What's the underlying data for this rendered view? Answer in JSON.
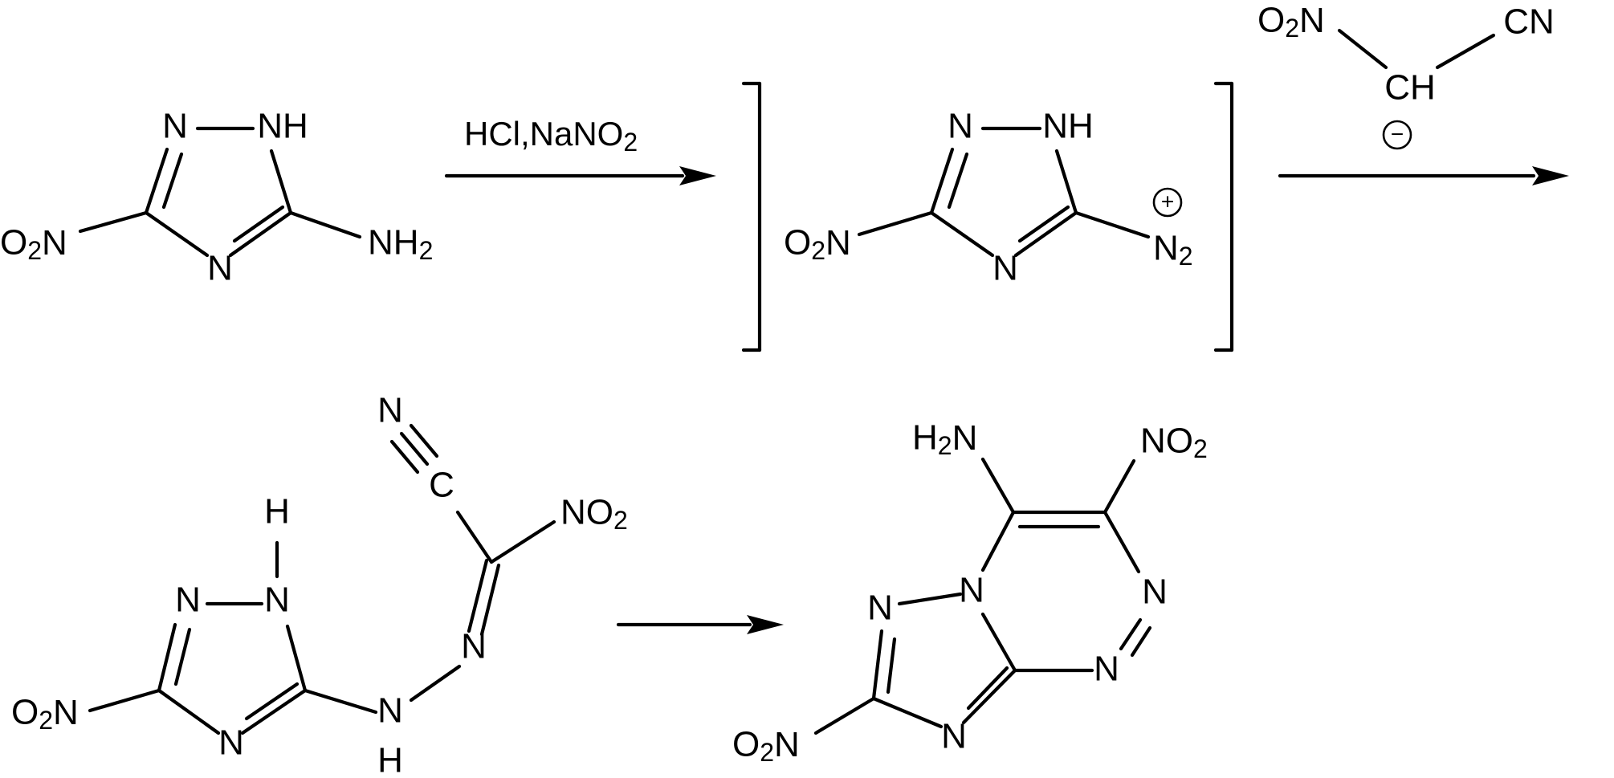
{
  "scheme": {
    "reagent_step1": "HCl,NaNO2",
    "molecules": [
      {
        "name": "3-nitro-5-amino-1,2,4-triazole",
        "atoms": [
          "N",
          "NH",
          "O2N",
          "N",
          "NH2"
        ]
      },
      {
        "name": "triazole-diazonium intermediate",
        "atoms": [
          "N",
          "NH",
          "O2N",
          "N",
          "N2"
        ],
        "charge": "+"
      },
      {
        "name": "nitroacetonitrile carbanion",
        "atoms": [
          "O2N",
          "CH",
          "CN"
        ],
        "charge": "−"
      },
      {
        "name": "hydrazone intermediate",
        "atoms": [
          "N",
          "C",
          "NO2",
          "H",
          "N",
          "N",
          "O2N",
          "N",
          "N",
          "N",
          "H"
        ]
      },
      {
        "name": "triazolotriazine product",
        "atoms": [
          "H2N",
          "NO2",
          "N",
          "N",
          "N",
          "N",
          "O2N",
          "N"
        ]
      }
    ]
  }
}
